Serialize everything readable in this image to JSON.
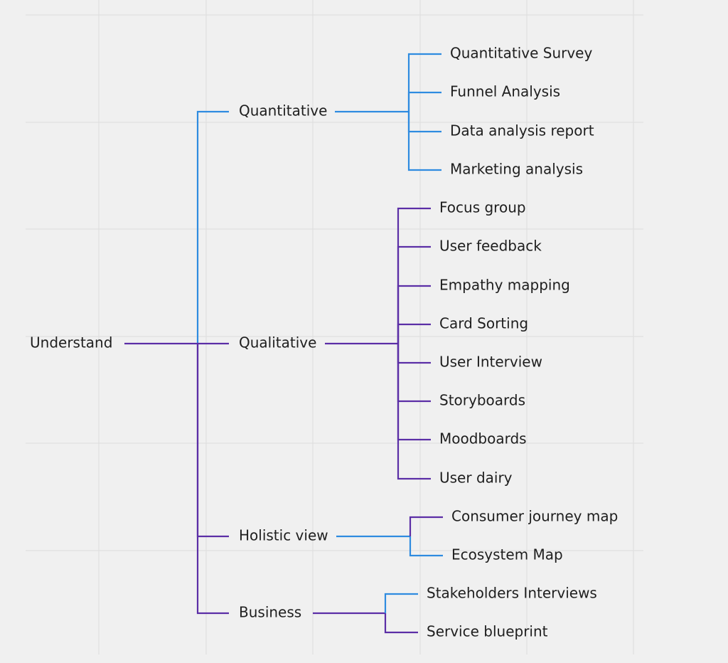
{
  "colors": {
    "background": "#f0f0f0",
    "grid": "#dddddd",
    "blue_branch": "#2e8be0",
    "purple_branch": "#5b2ea6",
    "text": "#1e1e1e"
  },
  "root": {
    "label": "Understand",
    "children": [
      {
        "label": "Quantitative",
        "color": "#2e8be0",
        "children": [
          {
            "label": "Quantitative Survey",
            "color": "#2e8be0"
          },
          {
            "label": "Funnel Analysis",
            "color": "#2e8be0"
          },
          {
            "label": "Data analysis report",
            "color": "#2e8be0"
          },
          {
            "label": "Marketing analysis",
            "color": "#2e8be0"
          }
        ]
      },
      {
        "label": "Qualitative",
        "color": "#5b2ea6",
        "children": [
          {
            "label": "Focus group",
            "color": "#5b2ea6"
          },
          {
            "label": "User feedback",
            "color": "#5b2ea6"
          },
          {
            "label": "Empathy mapping",
            "color": "#5b2ea6"
          },
          {
            "label": "Card Sorting",
            "color": "#5b2ea6"
          },
          {
            "label": "User Interview",
            "color": "#5b2ea6"
          },
          {
            "label": "Storyboards",
            "color": "#5b2ea6"
          },
          {
            "label": "Moodboards",
            "color": "#5b2ea6"
          },
          {
            "label": "User dairy",
            "color": "#5b2ea6"
          }
        ]
      },
      {
        "label": "Holistic view",
        "color": "#5b2ea6",
        "link_color": "#2e8be0",
        "children": [
          {
            "label": "Consumer journey map",
            "color": "#5b2ea6"
          },
          {
            "label": "Ecosystem Map",
            "color": "#2e8be0"
          }
        ]
      },
      {
        "label": "Business",
        "color": "#5b2ea6",
        "children": [
          {
            "label": "Stakeholders Interviews",
            "color": "#2e8be0"
          },
          {
            "label": "Service blueprint",
            "color": "#5b2ea6"
          }
        ]
      }
    ]
  }
}
